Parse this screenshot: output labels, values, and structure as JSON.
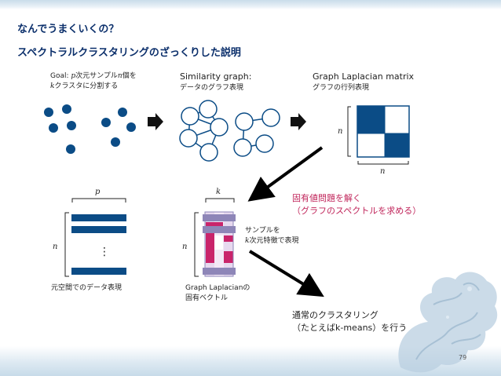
{
  "slide": {
    "title_line1": "なんでうまくいくの？",
    "title_line2": "スペクトラルクラスタリングのざっくりした説明",
    "page_number": "79"
  },
  "step1": {
    "goal_prefix": "Goal: ",
    "goal_var_p": "p",
    "goal_mid": "次元サンプル",
    "goal_var_n": "n",
    "goal_suffix": "個を",
    "line2_var_k": "k",
    "line2_suffix": "クラスタに分割する"
  },
  "step2": {
    "title": "Similarity graph:",
    "subtitle": "データのグラフ表現"
  },
  "step3": {
    "title": "Graph Laplacian matrix",
    "subtitle": "グラフの行列表現",
    "dim_row": "n",
    "dim_col": "n"
  },
  "eigen": {
    "line1": "固有値問題を解く",
    "line2": "（グラフのスペクトルを求める）"
  },
  "left_matrix": {
    "dim_col": "p",
    "dim_row": "n",
    "dots": "⋮",
    "caption": "元空間でのデータ表現"
  },
  "eigvec": {
    "dim_col": "k",
    "dim_row": "n",
    "caption_line1": "Graph Laplacianの",
    "caption_line2": "固有ベクトル",
    "note_line1": "サンプルを",
    "note_var_k": "k",
    "note_line2": "次元特徴で表現"
  },
  "kmeans": {
    "line1": "通常のクラスタリング",
    "line2": "（たとえばk-means）を行う"
  },
  "colors": {
    "navy": "#0b4c86",
    "pink": "#c9246b",
    "lavender": "#8e86b8",
    "title": "#0b2f6b",
    "red_text": "#c0245a"
  }
}
